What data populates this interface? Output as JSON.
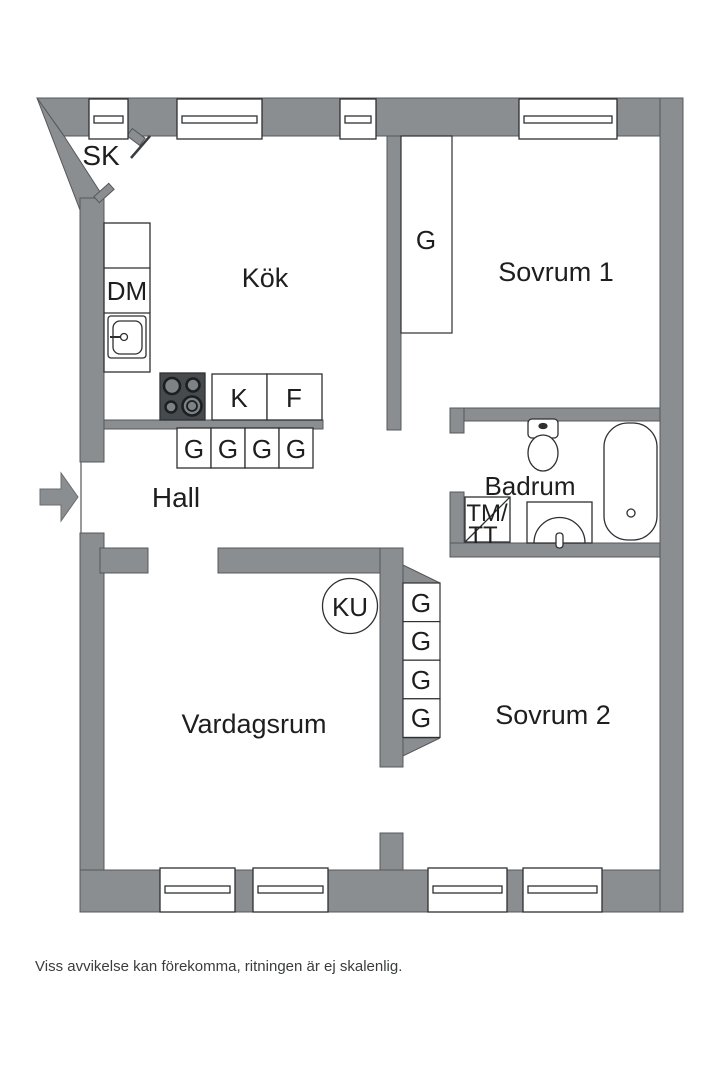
{
  "floorplan": {
    "disclaimer": "Viss avvikelse kan förekomma, ritningen är ej skalenlig.",
    "labels": {
      "closet": "SK",
      "kitchen": "Kök",
      "bedroom1": "Sovrum 1",
      "bedroom1_wardrobe": "G",
      "dishwasher": "DM",
      "fridge": "K",
      "freezer": "F",
      "hall": "Hall",
      "bathroom": "Badrum",
      "washer_line1": "TM/",
      "washer_line2": "TT",
      "stove_circle": "KU",
      "living_room": "Vardagsrum",
      "bedroom2": "Sovrum 2"
    },
    "kitchen_wardrobes": [
      "G",
      "G",
      "G",
      "G"
    ],
    "bedroom2_wardrobes": [
      "G",
      "G",
      "G",
      "G"
    ],
    "colors": {
      "wall": "#8a8e91",
      "stove": "#474a4d",
      "outline": "#2e3032",
      "text": "#1e1e1e"
    }
  }
}
